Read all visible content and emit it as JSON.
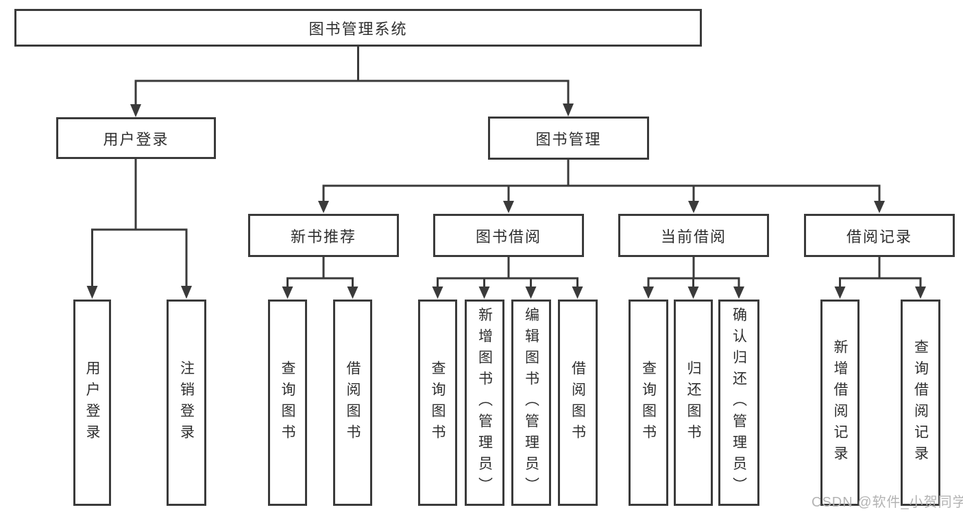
{
  "diagram": {
    "root": {
      "label": "图书管理系统"
    },
    "children": [
      {
        "label": "用户登录",
        "children": [
          {
            "label": "用户登录"
          },
          {
            "label": "注销登录"
          }
        ]
      },
      {
        "label": "图书管理",
        "children": [
          {
            "label": "新书推荐",
            "children": [
              {
                "label": "查询图书"
              },
              {
                "label": "借阅图书"
              }
            ]
          },
          {
            "label": "图书借阅",
            "children": [
              {
                "label": "查询图书"
              },
              {
                "label": "新增图书（管理员）"
              },
              {
                "label": "编辑图书（管理员）"
              },
              {
                "label": "借阅图书"
              }
            ]
          },
          {
            "label": "当前借阅",
            "children": [
              {
                "label": "查询图书"
              },
              {
                "label": "归还图书"
              },
              {
                "label": "确认归还（管理员）"
              }
            ]
          },
          {
            "label": "借阅记录",
            "children": [
              {
                "label": "新增借阅记录"
              },
              {
                "label": "查询借阅记录"
              }
            ]
          }
        ]
      }
    ]
  },
  "watermark": {
    "text": "CSDN @软件_小贺同学"
  },
  "colors": {
    "line": "#3a3a3a",
    "text": "#2f2f2f",
    "watermark": "#b3b3b3",
    "background": "#ffffff"
  }
}
